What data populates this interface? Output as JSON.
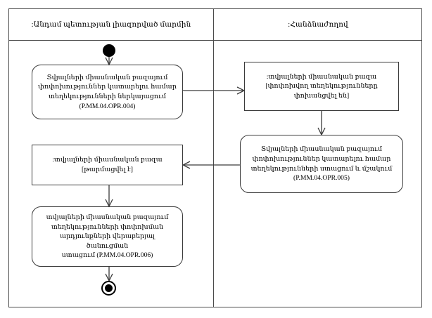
{
  "diagram": {
    "type": "uml-activity-diagram",
    "title": "",
    "lanes": [
      {
        "id": "lane-member-state",
        "label": ":Անդամ պետության լիազորված մարմին"
      },
      {
        "id": "lane-commission",
        "label": ":Հանձնաժողով"
      }
    ],
    "nodes": [
      {
        "id": "start",
        "kind": "initial-node",
        "lane": "lane-member-state",
        "label": ""
      },
      {
        "id": "submit-info",
        "kind": "action",
        "lane": "lane-member-state",
        "text": "Տվյալների միասնական բազայում\nփոփոխություններ կատարելու համար\nտեղեկությունների ներկայացում\n(P.MM.04.OPR.004)",
        "code": "P.MM.04.OPR.004"
      },
      {
        "id": "db-transferred",
        "kind": "object-node",
        "lane": "lane-commission",
        "text": ":տվյալների միասնական բազա\n[փոփոխվող տեղեկությունները\nփոխանցվել են]",
        "state": "[փոփոխվող տեղեկությունները փոխանցվել են]"
      },
      {
        "id": "receive-process",
        "kind": "action",
        "lane": "lane-commission",
        "text": "Տվյալների միասնական բազայում\nփոփոխություններ կատարելու համար\nտեղեկությունների ստացում և մշակում\n(P.MM.04.OPR.005)",
        "code": "P.MM.04.OPR.005"
      },
      {
        "id": "db-updated",
        "kind": "object-node",
        "lane": "lane-member-state",
        "text": ":տվյալների միասնական բազա\n[թարմացվել է]",
        "state": "[թարմացվել է]"
      },
      {
        "id": "notify-result",
        "kind": "action",
        "lane": "lane-member-state",
        "text": "տվյալների միասնական բազայում\nտեղեկությունների փոփոխման\nարդյունքների վերաբերյալ ծանուցման\nստացում (P.MM.04.OPR.006)",
        "code": "P.MM.04.OPR.006"
      },
      {
        "id": "final",
        "kind": "final-node",
        "lane": "lane-member-state",
        "label": ""
      }
    ],
    "edges": [
      {
        "from": "start",
        "to": "submit-info",
        "label": ""
      },
      {
        "from": "submit-info",
        "to": "db-transferred",
        "label": ""
      },
      {
        "from": "db-transferred",
        "to": "receive-process",
        "label": ""
      },
      {
        "from": "receive-process",
        "to": "db-updated",
        "label": ""
      },
      {
        "from": "db-updated",
        "to": "notify-result",
        "label": ""
      },
      {
        "from": "notify-result",
        "to": "final",
        "label": ""
      }
    ],
    "colors": {
      "frame_stroke": "#4a4a4a",
      "node_stroke": "#3a3a3a",
      "edge_stroke": "#3a3a3a",
      "terminal_fill": "#000000",
      "background": "#ffffff"
    }
  }
}
